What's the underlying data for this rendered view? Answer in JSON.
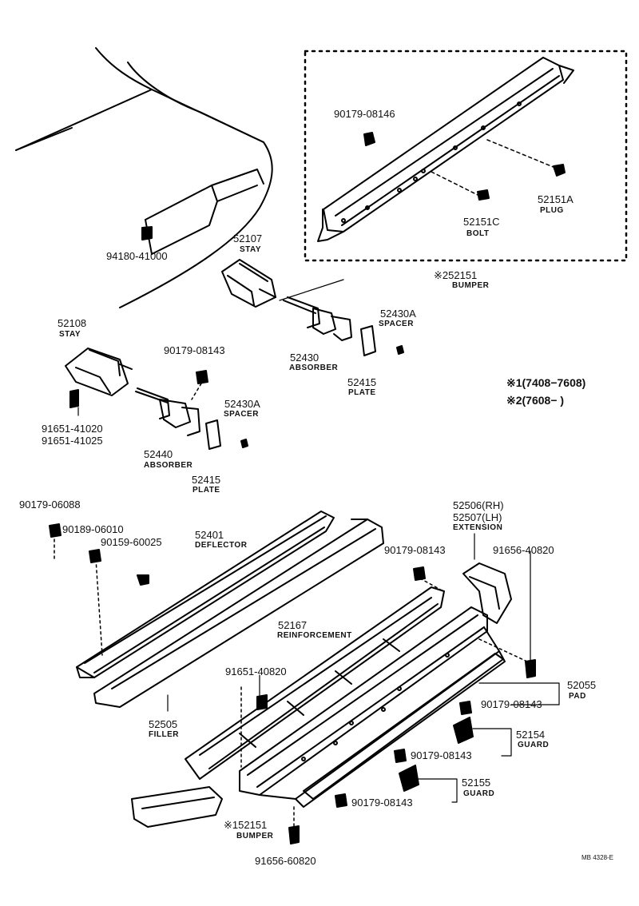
{
  "diagram": {
    "labels": {
      "p90179_08146": "90179-08146",
      "p52151A": "52151A",
      "n52151A": "PLUG",
      "p52151C": "52151C",
      "n52151C": "BOLT",
      "p52151top": "※252151",
      "n52151top": "BUMPER",
      "p94180": "94180-41000",
      "p52107": "52107",
      "n52107": "STAY",
      "p52108": "52108",
      "n52108": "STAY",
      "p90179_08143_top": "90179-08143",
      "p52430A_a": "52430A",
      "n52430A_a": "SPACER",
      "p52430": "52430",
      "n52430": "ABSORBER",
      "p52415_a": "52415",
      "n52415_a": "PLATE",
      "p91651_41020": "91651-41020",
      "p91651_41025": "91651-41025",
      "p52430A_b": "52430A",
      "n52430A_b": "SPACER",
      "p52440": "52440",
      "n52440": "ABSORBER",
      "p52415_b": "52415",
      "n52415_b": "PLATE",
      "legend1": "※1(7408−7608)",
      "legend2": "※2(7608−       )",
      "p90179_06088": "90179-06088",
      "p90189_06010": "90189-06010",
      "p90159_60025": "90159-60025",
      "p52401": "52401",
      "n52401": "DEFLECTOR",
      "p52506": "52506(RH)",
      "p52507": "52507(LH)",
      "n52506": "EXTENSION",
      "p90179_08143_a": "90179-08143",
      "p91656_40820": "91656-40820",
      "p52167": "52167",
      "n52167": "REINFORCEMENT",
      "p91651_40820": "91651-40820",
      "p52055": "52055",
      "n52055": "PAD",
      "p90179_08143_b": "90179-08143",
      "p52154": "52154",
      "n52154": "GUARD",
      "p90179_08143_c": "90179-08143",
      "p52505": "52505",
      "n52505": "FILLER",
      "p52155": "52155",
      "n52155": "GUARD",
      "p90179_08143_d": "90179-08143",
      "p52151bot": "※152151",
      "n52151bot": "BUMPER",
      "p91656_60820": "91656-60820",
      "code": "MB 4328-E"
    }
  }
}
